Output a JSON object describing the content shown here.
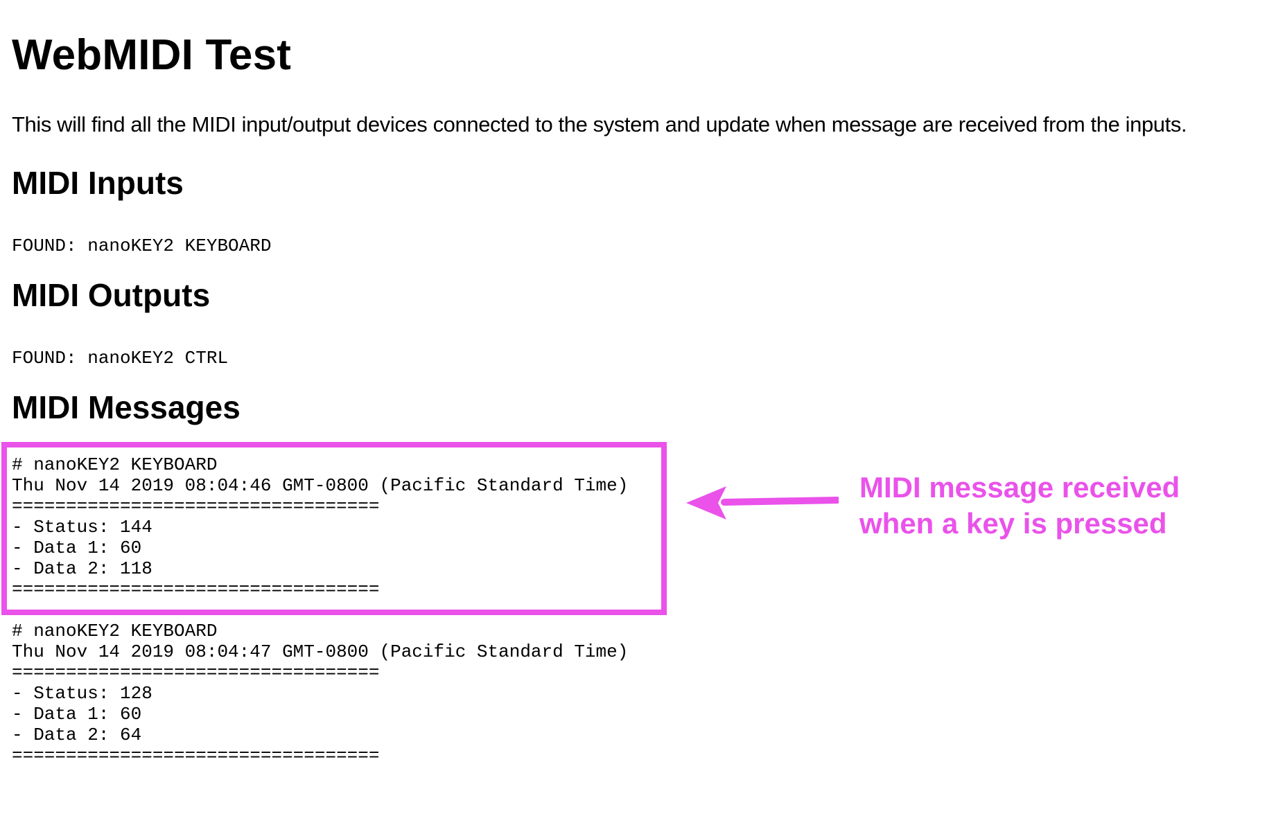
{
  "title": "WebMIDI Test",
  "description": "This will find all the MIDI input/output devices connected to the system and update when message are received from the inputs.",
  "inputs": {
    "heading": "MIDI Inputs",
    "found": "FOUND: nanoKEY2 KEYBOARD"
  },
  "outputs": {
    "heading": "MIDI Outputs",
    "found": "FOUND: nanoKEY2 CTRL"
  },
  "messages": {
    "heading": "MIDI Messages",
    "items": [
      {
        "device": "# nanoKEY2 KEYBOARD",
        "timestamp": "Thu Nov 14 2019 08:04:46 GMT-0800 (Pacific Standard Time)",
        "separator": "==================================",
        "status": "- Status: 144",
        "data1": "- Data 1: 60",
        "data2": "- Data 2: 118"
      },
      {
        "device": "# nanoKEY2 KEYBOARD",
        "timestamp": "Thu Nov 14 2019 08:04:47 GMT-0800 (Pacific Standard Time)",
        "separator": "==================================",
        "status": "- Status: 128",
        "data1": "- Data 1: 60",
        "data2": "- Data 2: 64"
      }
    ]
  },
  "annotation": {
    "line1": "MIDI message received",
    "line2": "when a key is pressed",
    "color": "#ea52ea"
  }
}
